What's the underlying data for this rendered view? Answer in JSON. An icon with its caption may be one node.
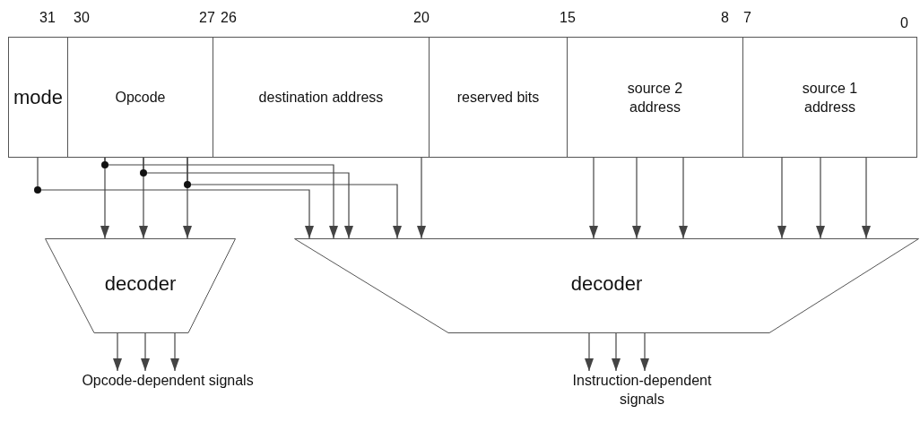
{
  "diagram": {
    "nodes": [
      {
        "text": [
          "mode"
        ]
      },
      {
        "text": [
          "Opcode"
        ]
      },
      {
        "text": [
          "destination address"
        ]
      },
      {
        "text": [
          "reserved bits"
        ]
      },
      {
        "text": [
          "source 2 address"
        ]
      },
      {
        "text": [
          "source 1 address"
        ]
      },
      {
        "text": [
          "decoder"
        ]
      },
      {
        "text": [
          "decoder"
        ]
      },
      {
        "text": [
          "Opcode-dependent signals"
        ]
      },
      {
        "text": [
          "Instruction-dependent signals"
        ]
      }
    ],
    "edges": [
      {
        "from": 0,
        "to": 7,
        "arrow": "to"
      },
      {
        "from": 1,
        "to": 6,
        "arrow": "to"
      },
      {
        "from": 1,
        "to": 6,
        "arrow": "to"
      },
      {
        "from": 1,
        "to": 6,
        "arrow": "to"
      },
      {
        "from": 1,
        "to": 7,
        "arrow": "to"
      },
      {
        "from": 1,
        "to": 7,
        "arrow": "to"
      },
      {
        "from": 1,
        "to": 7,
        "arrow": "to"
      },
      {
        "from": 2,
        "to": 7,
        "arrow": "to"
      },
      {
        "from": 4,
        "to": 7,
        "arrow": "to"
      },
      {
        "from": 4,
        "to": 7,
        "arrow": "to"
      },
      {
        "from": 4,
        "to": 7,
        "arrow": "to"
      },
      {
        "from": 5,
        "to": 7,
        "arrow": "to"
      },
      {
        "from": 5,
        "to": 7,
        "arrow": "to"
      },
      {
        "from": 5,
        "to": 7,
        "arrow": "to"
      },
      {
        "from": 6,
        "to": 8,
        "arrow": "to"
      },
      {
        "from": 6,
        "to": 8,
        "arrow": "to"
      },
      {
        "from": 6,
        "to": 8,
        "arrow": "to"
      },
      {
        "from": 7,
        "to": 9,
        "arrow": "to"
      },
      {
        "from": 7,
        "to": 9,
        "arrow": "to"
      },
      {
        "from": 7,
        "to": 9,
        "arrow": "to"
      }
    ],
    "labels": [
      "31",
      "30",
      "27",
      "26",
      "20",
      "15",
      "8",
      "7",
      "0"
    ]
  }
}
